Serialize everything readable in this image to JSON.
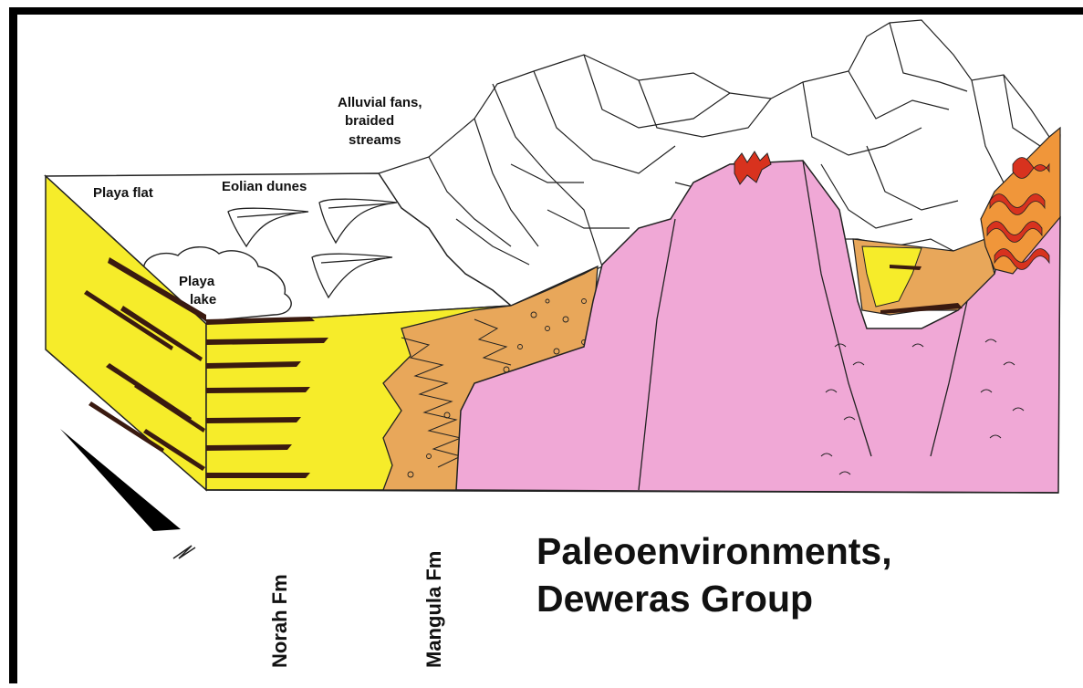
{
  "labels": {
    "alluvial_fans": "Alluvial fans,",
    "braided": "braided",
    "streams": "streams",
    "playa_flat": "Playa flat",
    "eolian_dunes": "Eolian dunes",
    "playa": "Playa",
    "lake": "lake"
  },
  "formations": {
    "norah": "Norah Fm",
    "mangula": "Mangula Fm"
  },
  "title": {
    "line1": "Paleoenvironments,",
    "line2": "Deweras Group"
  },
  "colors": {
    "playa_yellow": "#f6ec2a",
    "mudstone_dark": "#3a1a10",
    "fan_orange": "#e8a75a",
    "granite_pink": "#f0a8d6",
    "folded_red": "#d8321e",
    "folded_orange": "#f0963a",
    "frame_black": "#000000"
  }
}
